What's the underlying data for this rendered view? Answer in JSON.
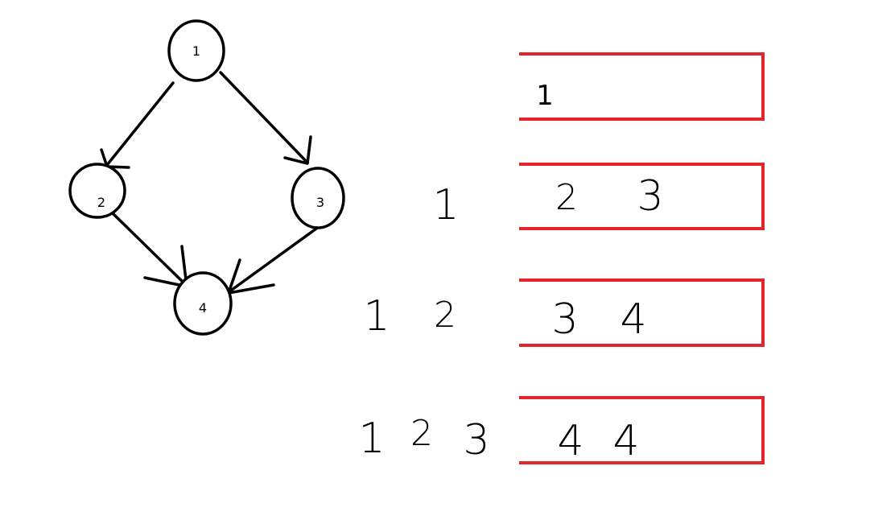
{
  "graph": {
    "nodes": [
      {
        "id": "1",
        "label": "1"
      },
      {
        "id": "2",
        "label": "2"
      },
      {
        "id": "3",
        "label": "3"
      },
      {
        "id": "4",
        "label": "4"
      }
    ],
    "edges": [
      {
        "from": "1",
        "to": "2"
      },
      {
        "from": "1",
        "to": "3"
      },
      {
        "from": "2",
        "to": "4"
      },
      {
        "from": "3",
        "to": "4"
      }
    ]
  },
  "steps": [
    {
      "visited": [],
      "queue": [
        "1"
      ]
    },
    {
      "visited": [
        "1"
      ],
      "queue": [
        "2",
        "3"
      ]
    },
    {
      "visited": [
        "1",
        "2"
      ],
      "queue": [
        "3",
        "4"
      ]
    },
    {
      "visited": [
        "1",
        "2",
        "3"
      ],
      "queue": [
        "4",
        "4"
      ]
    }
  ],
  "colors": {
    "queue_border": "#e3242b",
    "ink": "#000000"
  }
}
